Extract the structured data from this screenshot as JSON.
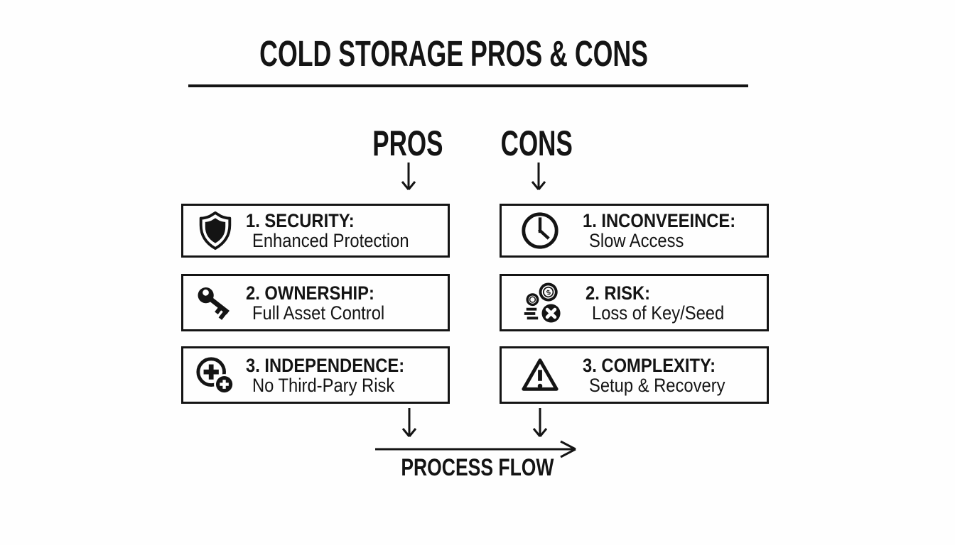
{
  "title": "COLD STORAGE PROS & CONS",
  "columns": {
    "pros": {
      "label": "PROS",
      "items": [
        {
          "icon": "shield-icon",
          "title": "1. SECURITY:",
          "subtitle": "Enhanced Protection"
        },
        {
          "icon": "key-icon",
          "title": "2. OWNERSHIP:",
          "subtitle": "Full Asset Control"
        },
        {
          "icon": "add-circles-icon",
          "title": "3. INDEPENDENCE:",
          "subtitle": "No Third-Pary Risk"
        }
      ]
    },
    "cons": {
      "label": "CONS",
      "items": [
        {
          "icon": "clock-icon",
          "title": "1. INCONVEEINCE:",
          "subtitle": "Slow Access"
        },
        {
          "icon": "coins-error-icon",
          "title": "2. RISK:",
          "subtitle": "Loss of Key/Seed"
        },
        {
          "icon": "warning-triangle-icon",
          "title": "3. COMPLEXITY:",
          "subtitle": "Setup & Recovery"
        }
      ]
    }
  },
  "footer": {
    "label": "PROCESS FLOW"
  },
  "colors": {
    "ink": "#141414",
    "background": "#fefefe"
  }
}
